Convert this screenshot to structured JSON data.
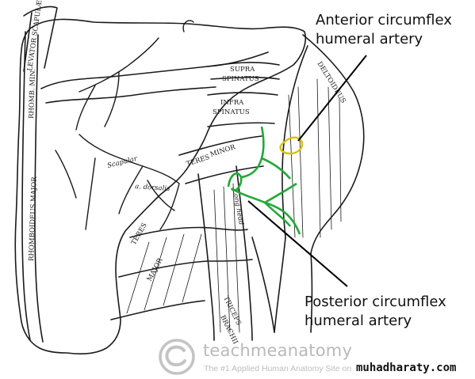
{
  "labels": {
    "anterior_line1": "Anterior circumflex",
    "anterior_line2": "humeral artery",
    "posterior_line1": "Posterior circumflex",
    "posterior_line2": "humeral artery"
  },
  "muscle_labels": {
    "levator_scapulae": "LEVATOR SCAPULÆ",
    "rhomboideus_minor": "RHOMB. MIN.",
    "rhomboideus_major": "RHOMBOIDEUS MAJOR",
    "supraspinatus_1": "SUPRA",
    "supraspinatus_2": "SPINATUS",
    "infraspinatus_1": "INFRA",
    "infraspinatus_2": "SPINATUS",
    "deltoideus": "DELTOIDEUS",
    "teres_minor": "MINOR",
    "teres_minor_prefix": "TERES",
    "teres_major_1": "TERES",
    "teres_major_2": "MAJOR",
    "long_head": "Long head",
    "triceps_1": "TRICEPS",
    "triceps_2": "BRACHII",
    "scapular_artery_1": "Scapular",
    "scapular_artery_2": "a. dorsalis"
  },
  "watermark": {
    "name": "teachmeanatomy",
    "tagline": "The #1 Applied Human Anatomy Site on the Web.",
    "site": "muhadharaty.com"
  },
  "colors": {
    "ink": "#1a1a1a",
    "anterior_artery": "#d6c300",
    "posterior_artery": "#23a83a",
    "watermark": "#bdbdbd"
  },
  "icons": {
    "copyright": "copyright-icon"
  }
}
